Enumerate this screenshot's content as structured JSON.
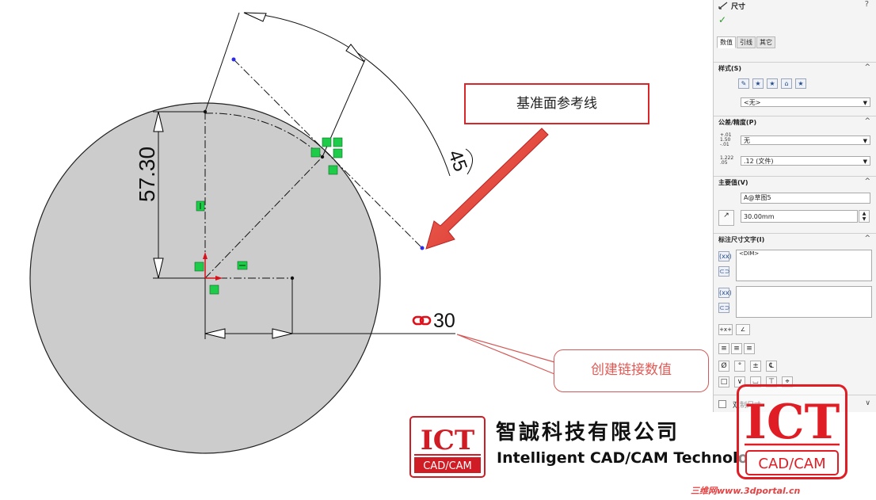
{
  "canvas": {
    "dim_vertical": "57.30",
    "dim_angle": "45",
    "dim_linked": "30",
    "link_icon": "link-icon"
  },
  "callouts": {
    "ref_line": "基准面参考线",
    "link_value": "创建链接数值"
  },
  "panel": {
    "title": "尺寸",
    "help_icon": "?",
    "ok_icon": "✓",
    "tabs": [
      "数值",
      "引线",
      "其它"
    ],
    "style": {
      "title": "样式(S)",
      "dropdown": "<无>"
    },
    "tolerance": {
      "title": "公差/精度(P)",
      "tolerance_value": "无",
      "tolerance_icon_top": "1.50",
      "tolerance_icon_mid": "+.01",
      "tolerance_icon_bot": "-.01",
      "precision_value": ".12 (文件)",
      "precision_icon_top": "1.222",
      "precision_icon_bot": ".05"
    },
    "primary": {
      "title": "主要值(V)",
      "name": "A@草图5",
      "value": "30.00mm"
    },
    "dimtext": {
      "title": "标注尺寸文字(I)",
      "text": "<DIM>",
      "symbols": [
        "Ø",
        "°",
        "±",
        "℄"
      ],
      "symbols2": [
        "□",
        "∨",
        "⌴",
        "⊤",
        "⌖"
      ]
    },
    "dual": {
      "label": "双制尺寸"
    }
  },
  "logo": {
    "badge_main": "ICT",
    "badge_sub": "CAD/CAM",
    "line1": "智誠科技有限公司",
    "line2": "Intelligent CAD/CAM Technology Ltd.",
    "watermark": "三维网www.3dportal.cn"
  },
  "colors": {
    "circle_fill": "#cccccc",
    "constraint_green": "#1fcc4a",
    "callout_red": "#d8262a",
    "arrow_red": "#e0403a",
    "point_blue": "#2a2af0"
  }
}
